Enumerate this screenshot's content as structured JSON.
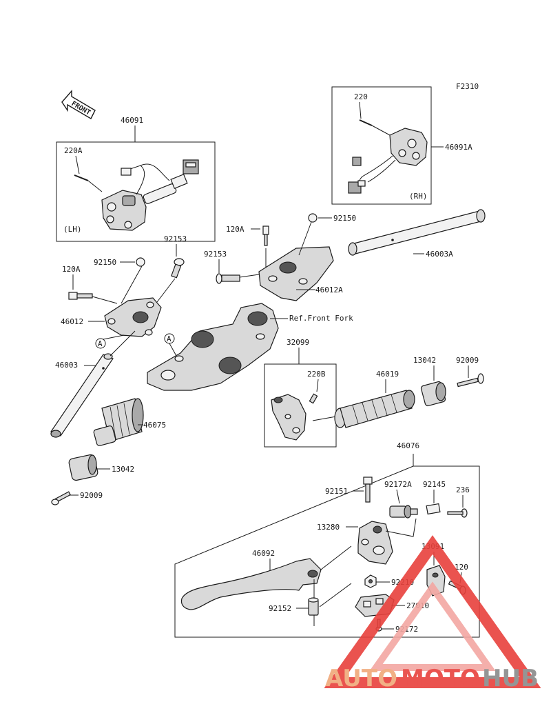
{
  "figure_code": "F2310",
  "front_label": "FRONT",
  "side_lh": "(LH)",
  "side_rh": "(RH)",
  "ref_note": "Ref.Front Fork",
  "circle_mark": "A",
  "watermark": {
    "auto": "AUTO",
    "moto": "MOTO",
    "hub": "HUB"
  },
  "parts": {
    "p46091": "46091",
    "p220A": "220A",
    "p220": "220",
    "p46091A": "46091A",
    "p120A_left": "120A",
    "p120A_center": "120A",
    "p92150_left": "92150",
    "p92150_right": "92150",
    "p92153_left": "92153",
    "p92153_center": "92153",
    "p46003A": "46003A",
    "p46012A": "46012A",
    "p46012": "46012",
    "p46003": "46003",
    "p32099": "32099",
    "p220B": "220B",
    "p46019": "46019",
    "p13042_right": "13042",
    "p92009_right": "92009",
    "p46075": "46075",
    "p13042_left": "13042",
    "p92009_left": "92009",
    "p46076": "46076",
    "p92151": "92151",
    "p92172A": "92172A",
    "p92145": "92145",
    "p236": "236",
    "p13280": "13280",
    "p46092": "46092",
    "p13091": "13091",
    "p120": "120",
    "p92210": "92210",
    "p92152": "92152",
    "p27010": "27010",
    "p92172": "92172"
  }
}
